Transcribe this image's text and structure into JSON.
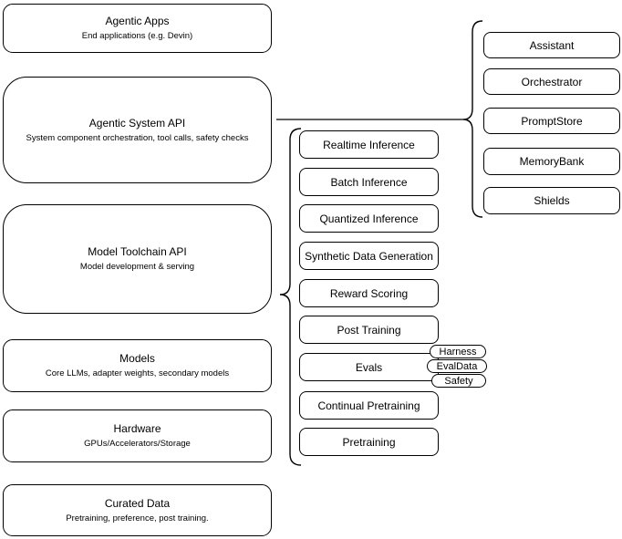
{
  "diagram": {
    "left_stack": [
      {
        "title": "Agentic Apps",
        "subtitle": "End applications (e.g. Devin)"
      },
      {
        "title": "Agentic System API",
        "subtitle": "System component orchestration, tool calls, safety checks"
      },
      {
        "title": "Model Toolchain API",
        "subtitle": "Model development & serving"
      },
      {
        "title": "Models",
        "subtitle": "Core LLMs, adapter weights, secondary models"
      },
      {
        "title": "Hardware",
        "subtitle": "GPUs/Accelerators/Storage"
      },
      {
        "title": "Curated Data",
        "subtitle": "Pretraining, preference, post training."
      }
    ],
    "toolchain": {
      "items": [
        "Realtime Inference",
        "Batch Inference",
        "Quantized Inference",
        "Synthetic Data Generation",
        "Reward Scoring",
        "Post Training",
        "Evals",
        "Continual Pretraining",
        "Pretraining"
      ],
      "evals_tags": [
        "Harness",
        "EvalData",
        "Safety"
      ]
    },
    "system_components": [
      "Assistant",
      "Orchestrator",
      "PromptStore",
      "MemoryBank",
      "Shields"
    ],
    "colors": {
      "border": "#000000",
      "fill": "#ffffff",
      "text": "#000000"
    }
  }
}
